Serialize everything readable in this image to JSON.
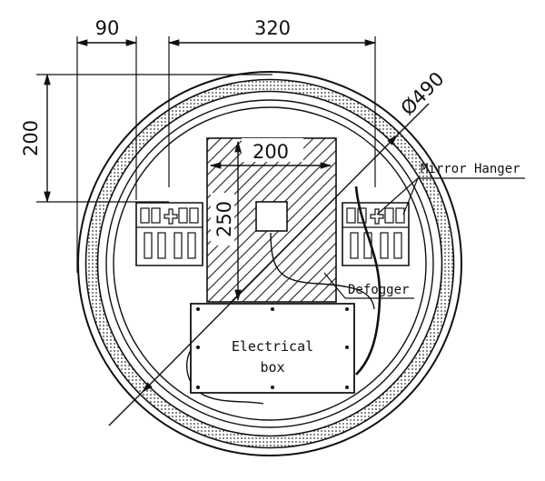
{
  "dimensions": {
    "hanger_offset": "90",
    "hanger_spacing": "320",
    "diameter": "Ø490",
    "vertical_offset": "200",
    "defogger_width": "200",
    "defogger_height": "250"
  },
  "labels": {
    "mirror_hanger": "Mirror Hanger",
    "defogger": "Defogger",
    "electrical_box_line1": "Electrical",
    "electrical_box_line2": "box"
  }
}
